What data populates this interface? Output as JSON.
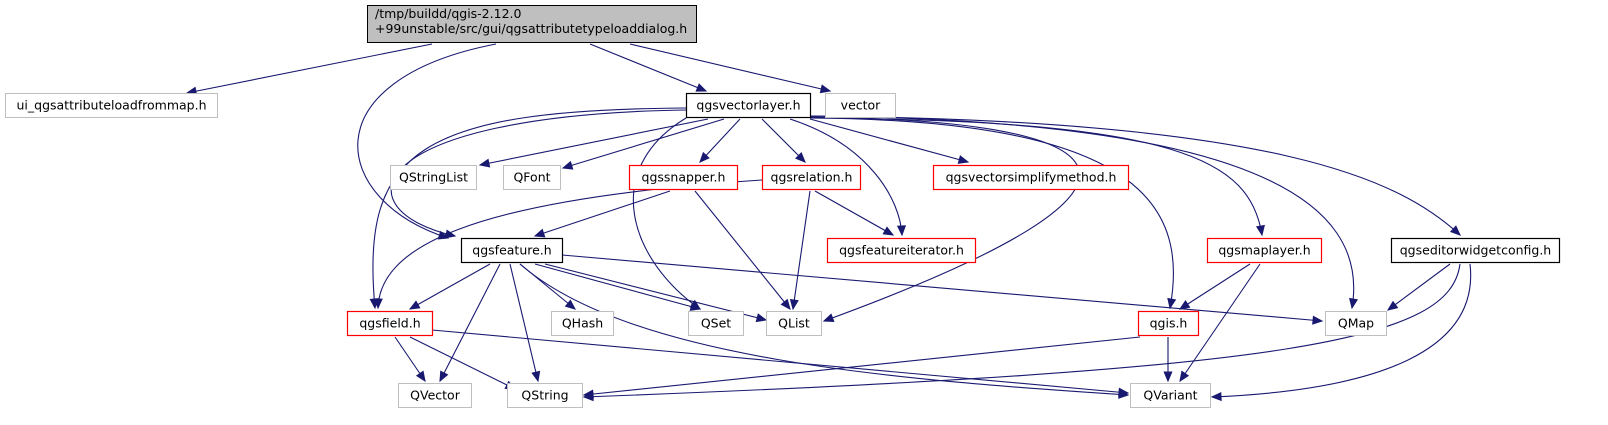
{
  "colors": {
    "edge": "#191970",
    "root_fill": "#bfbfbf",
    "root_border": "#000000",
    "documented_border": "#000000",
    "has_children_border": "#ff0000",
    "external_border": "#bfbfbf",
    "external_text": "#000000"
  },
  "nodes": [
    {
      "id": "root",
      "lines": [
        "/tmp/buildd/qgis-2.12.0",
        "+99unstable/src/gui/qgsattributetypeloaddialog.h"
      ],
      "kind": "root"
    },
    {
      "id": "ui_loadfrommap",
      "lines": [
        "ui_qgsattributeloadfrommap.h"
      ],
      "kind": "external"
    },
    {
      "id": "vectorlayer",
      "lines": [
        "qgsvectorlayer.h"
      ],
      "kind": "documented"
    },
    {
      "id": "vector",
      "lines": [
        "vector"
      ],
      "kind": "external"
    },
    {
      "id": "qstringlist",
      "lines": [
        "QStringList"
      ],
      "kind": "external"
    },
    {
      "id": "qfont",
      "lines": [
        "QFont"
      ],
      "kind": "external"
    },
    {
      "id": "snapper",
      "lines": [
        "qgssnapper.h"
      ],
      "kind": "has_children"
    },
    {
      "id": "relation",
      "lines": [
        "qgsrelation.h"
      ],
      "kind": "has_children"
    },
    {
      "id": "simplify",
      "lines": [
        "qgsvectorsimplifymethod.h"
      ],
      "kind": "has_children"
    },
    {
      "id": "feature",
      "lines": [
        "qgsfeature.h"
      ],
      "kind": "documented"
    },
    {
      "id": "featureiterator",
      "lines": [
        "qgsfeatureiterator.h"
      ],
      "kind": "has_children"
    },
    {
      "id": "maplayer",
      "lines": [
        "qgsmaplayer.h"
      ],
      "kind": "has_children"
    },
    {
      "id": "editorwidget",
      "lines": [
        "qgseditorwidgetconfig.h"
      ],
      "kind": "documented"
    },
    {
      "id": "field",
      "lines": [
        "qgsfield.h"
      ],
      "kind": "has_children"
    },
    {
      "id": "qhash",
      "lines": [
        "QHash"
      ],
      "kind": "external"
    },
    {
      "id": "qset",
      "lines": [
        "QSet"
      ],
      "kind": "external"
    },
    {
      "id": "qlist",
      "lines": [
        "QList"
      ],
      "kind": "external"
    },
    {
      "id": "qgis",
      "lines": [
        "qgis.h"
      ],
      "kind": "has_children"
    },
    {
      "id": "qmap",
      "lines": [
        "QMap"
      ],
      "kind": "external"
    },
    {
      "id": "qvector",
      "lines": [
        "QVector"
      ],
      "kind": "external"
    },
    {
      "id": "qstring",
      "lines": [
        "QString"
      ],
      "kind": "external"
    },
    {
      "id": "qvariant",
      "lines": [
        "QVariant"
      ],
      "kind": "external"
    }
  ],
  "edges": [
    [
      "root",
      "ui_loadfrommap"
    ],
    [
      "root",
      "vectorlayer"
    ],
    [
      "root",
      "vector"
    ],
    [
      "root",
      "feature"
    ],
    [
      "vectorlayer",
      "qstringlist"
    ],
    [
      "vectorlayer",
      "qfont"
    ],
    [
      "vectorlayer",
      "snapper"
    ],
    [
      "vectorlayer",
      "relation"
    ],
    [
      "vectorlayer",
      "simplify"
    ],
    [
      "vectorlayer",
      "featureiterator"
    ],
    [
      "vectorlayer",
      "maplayer"
    ],
    [
      "vectorlayer",
      "editorwidget"
    ],
    [
      "vectorlayer",
      "field"
    ],
    [
      "vectorlayer",
      "feature"
    ],
    [
      "vectorlayer",
      "qset"
    ],
    [
      "vectorlayer",
      "qlist"
    ],
    [
      "vectorlayer",
      "qgis"
    ],
    [
      "vectorlayer",
      "qmap"
    ],
    [
      "snapper",
      "feature"
    ],
    [
      "snapper",
      "qlist"
    ],
    [
      "relation",
      "field"
    ],
    [
      "relation",
      "featureiterator"
    ],
    [
      "relation",
      "qlist"
    ],
    [
      "feature",
      "field"
    ],
    [
      "feature",
      "qhash"
    ],
    [
      "feature",
      "qset"
    ],
    [
      "feature",
      "qlist"
    ],
    [
      "feature",
      "qmap"
    ],
    [
      "feature",
      "qvector"
    ],
    [
      "feature",
      "qstring"
    ],
    [
      "feature",
      "qvariant"
    ],
    [
      "field",
      "qvector"
    ],
    [
      "field",
      "qstring"
    ],
    [
      "field",
      "qvariant"
    ],
    [
      "maplayer",
      "qgis"
    ],
    [
      "maplayer",
      "qvariant"
    ],
    [
      "qgis",
      "qstring"
    ],
    [
      "qgis",
      "qvariant"
    ],
    [
      "editorwidget",
      "qmap"
    ],
    [
      "editorwidget",
      "qstring"
    ],
    [
      "editorwidget",
      "qvariant"
    ]
  ]
}
